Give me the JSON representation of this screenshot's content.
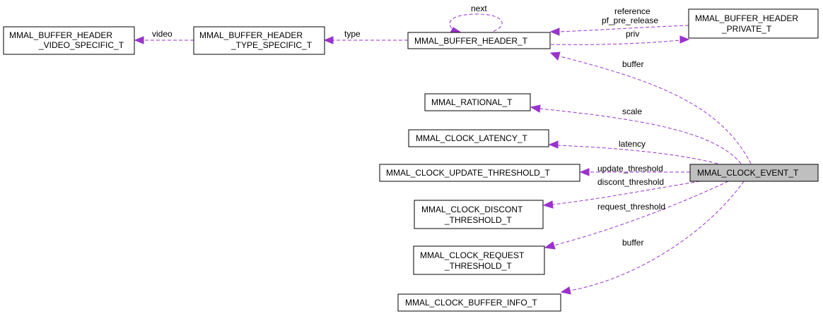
{
  "diagram": {
    "nodes": {
      "video_specific": [
        "MMAL_BUFFER_HEADER",
        "_VIDEO_SPECIFIC_T"
      ],
      "type_specific": [
        "MMAL_BUFFER_HEADER",
        "_TYPE_SPECIFIC_T"
      ],
      "buffer_header": [
        "MMAL_BUFFER_HEADER_T"
      ],
      "private": [
        "MMAL_BUFFER_HEADER",
        "_PRIVATE_T"
      ],
      "rational": [
        "MMAL_RATIONAL_T"
      ],
      "latency": [
        "MMAL_CLOCK_LATENCY_T"
      ],
      "update_threshold": [
        "MMAL_CLOCK_UPDATE_THRESHOLD_T"
      ],
      "event": [
        "MMAL_CLOCK_EVENT_T"
      ],
      "discont": [
        "MMAL_CLOCK_DISCONT",
        "_THRESHOLD_T"
      ],
      "request": [
        "MMAL_CLOCK_REQUEST",
        "_THRESHOLD_T"
      ],
      "buffer_info": [
        "MMAL_CLOCK_BUFFER_INFO_T"
      ]
    },
    "edges": {
      "video": [
        "video"
      ],
      "type": [
        "type"
      ],
      "next": [
        "next"
      ],
      "reference": [
        "reference",
        "pf_pre_release"
      ],
      "priv": [
        "priv"
      ],
      "buffer_top": [
        "buffer"
      ],
      "scale": [
        "scale"
      ],
      "latency": [
        "latency"
      ],
      "update_threshold": [
        "update_threshold"
      ],
      "discont_threshold": [
        "discont_threshold"
      ],
      "request_threshold": [
        "request_threshold"
      ],
      "buffer_bottom": [
        "buffer"
      ]
    },
    "colors": {
      "edge": "#9a32cd",
      "focus_fill": "#bfbfbf",
      "node_border": "#000000"
    }
  }
}
